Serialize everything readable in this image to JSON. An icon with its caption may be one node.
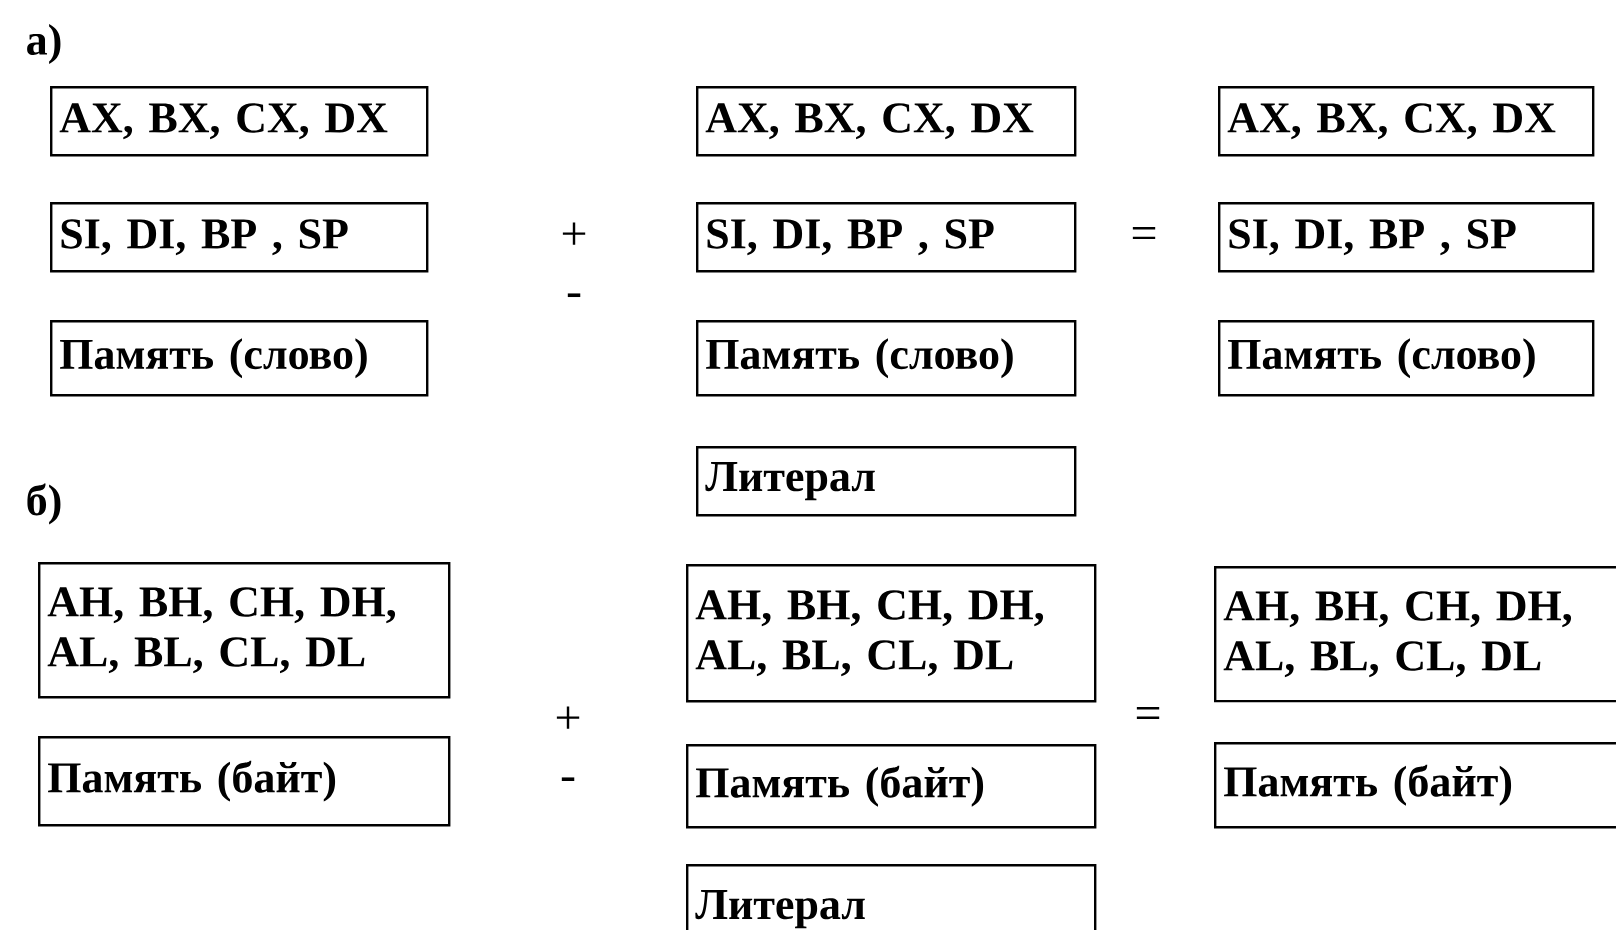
{
  "diagram": {
    "nodes": [
      {
        "text": [
          "AX, BX, CX, DX"
        ]
      },
      {
        "text": [
          "AX, BX, CX, DX"
        ]
      },
      {
        "text": [
          "AX, BX, CX, DX"
        ]
      },
      {
        "text": [
          "SI, DI, BP , SP"
        ]
      },
      {
        "text": [
          "SI, DI, BP , SP"
        ]
      },
      {
        "text": [
          "SI, DI, BP , SP"
        ]
      },
      {
        "text": [
          "Память  (слово)"
        ]
      },
      {
        "text": [
          "Память  (слово)"
        ]
      },
      {
        "text": [
          "Память  (слово)"
        ]
      },
      {
        "text": [
          "Литерал"
        ]
      },
      {
        "text": [
          "AH, BH, CH, DH, AL, BL, CL, DL"
        ]
      },
      {
        "text": [
          "AH, BH, CH, DH, AL, BL, CL, DL"
        ]
      },
      {
        "text": [
          "AH, BH, CH, DH, AL, BL, CL, DL"
        ]
      },
      {
        "text": [
          "Память (байт)"
        ]
      },
      {
        "text": [
          "Память (байт)"
        ]
      },
      {
        "text": [
          "Память (байт)"
        ]
      },
      {
        "text": [
          "Литерал"
        ]
      }
    ],
    "labels": [
      "а)",
      "+",
      "-",
      "=",
      "б)",
      "+",
      "-",
      "="
    ]
  }
}
